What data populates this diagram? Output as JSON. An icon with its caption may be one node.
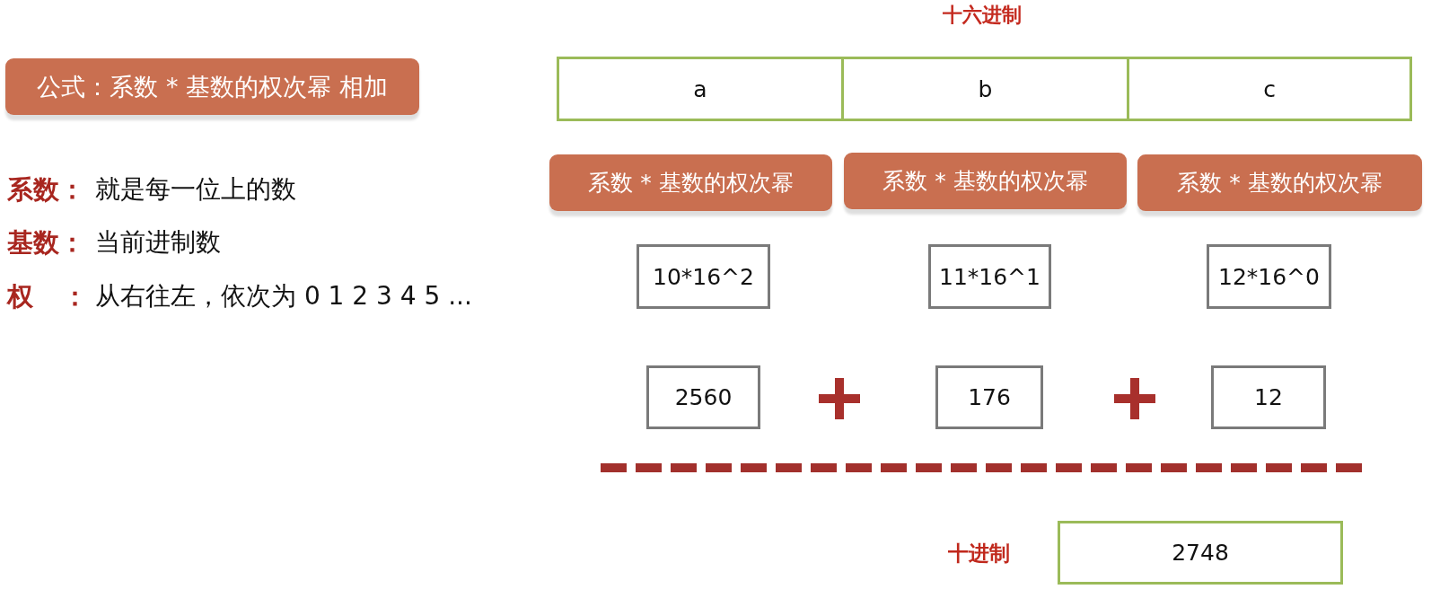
{
  "diagram": {
    "nodes": [
      {
        "text": [
          "公式：系数 * 基数的权次幂 相加"
        ]
      },
      {
        "text": [
          "a"
        ]
      },
      {
        "text": [
          "b"
        ]
      },
      {
        "text": [
          "c"
        ]
      },
      {
        "text": [
          "系数 * 基数的权次幂"
        ]
      },
      {
        "text": [
          "系数 * 基数的权次幂"
        ]
      },
      {
        "text": [
          "系数 * 基数的权次幂"
        ]
      },
      {
        "text": [
          "10*16^2"
        ]
      },
      {
        "text": [
          "11*16^1"
        ]
      },
      {
        "text": [
          "12*16^0"
        ]
      },
      {
        "text": [
          "2560"
        ]
      },
      {
        "text": [
          "176"
        ]
      },
      {
        "text": [
          "12"
        ]
      },
      {
        "text": [
          "2748"
        ],
        "beside": [
          "十进制"
        ]
      }
    ],
    "labels": [
      "十六进制",
      "系数：",
      "就是每一位上的数",
      "基数：",
      "当前进制数",
      "权 ：",
      "从右往左，依次为 0 1 2 3 4 5 ..."
    ]
  }
}
